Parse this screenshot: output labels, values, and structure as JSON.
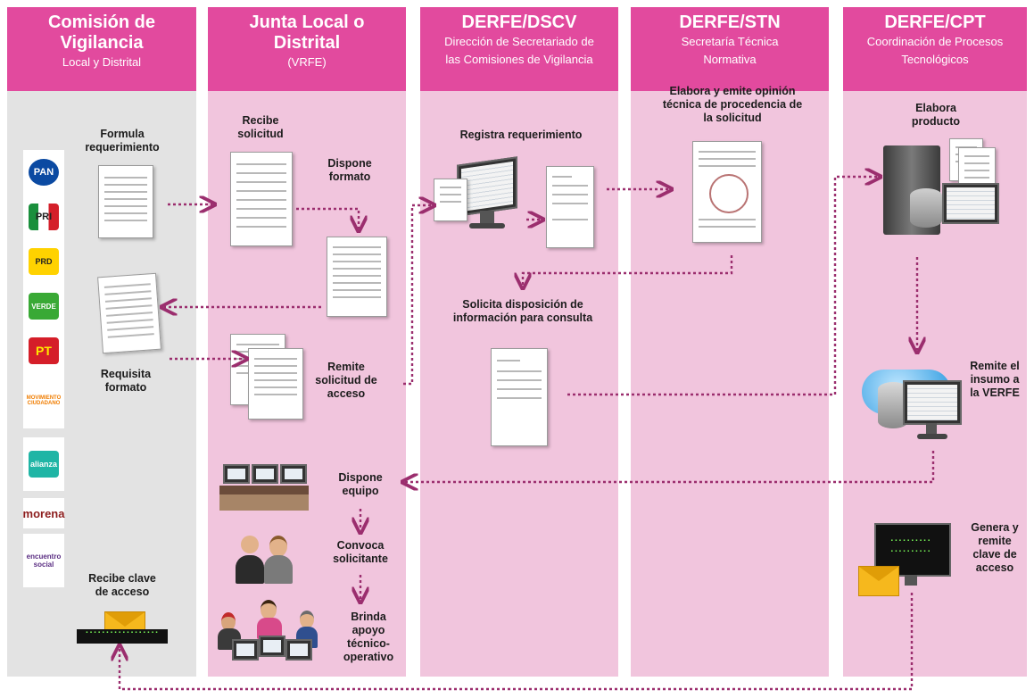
{
  "lanes": [
    {
      "title": "Comisión de Vigilancia",
      "subtitle": "Local y Distrital"
    },
    {
      "title": "Junta Local o Distrital",
      "subtitle": "(VRFE)"
    },
    {
      "title": "DERFE/DSCV",
      "subtitle": "Dirección de Secretariado de las Comisiones de Vigilancia"
    },
    {
      "title": "DERFE/STN",
      "subtitle": "Secretaría Técnica Normativa"
    },
    {
      "title": "DERFE/CPT",
      "subtitle": "Coordinación de Procesos Tecnológicos"
    }
  ],
  "title_lines": {
    "l1a": "Comisión de",
    "l1b": "Vigilancia",
    "l1s": "Local y Distrital",
    "l2a": "Junta Local o",
    "l2b": "Distrital",
    "l2s": "(VRFE)",
    "l3a": "DERFE/DSCV",
    "l3s1": "Dirección de Secretariado de",
    "l3s2": "las Comisiones de Vigilancia",
    "l4a": "DERFE/STN",
    "l4s1": "Secretaría Técnica",
    "l4s2": "Normativa",
    "l5a": "DERFE/CPT",
    "l5s1": "Coordinación de Procesos",
    "l5s2": "Tecnológicos"
  },
  "parties": [
    "PAN",
    "PRI",
    "PRD",
    "VERDE",
    "PT",
    "MOVIMIENTO CIUDADANO",
    "alianza",
    "morena",
    "encuentro social"
  ],
  "steps": {
    "formula": "Formula requerimiento",
    "requisita": "Requisita formato",
    "recibe_clave": "Recibe clave de acceso",
    "recibe_solicitud": "Recibe solicitud",
    "dispone_formato": "Dispone formato",
    "remite_solicitud": "Remite solicitud de acceso",
    "dispone_equipo": "Dispone equipo",
    "convoca": "Convoca solicitante",
    "brinda": "Brinda apoyo técnico-operativo",
    "registra": "Registra requerimiento",
    "solicita": "Solicita disposición de información para consulta",
    "elabora_opinion": "Elabora y emite opinión técnica de procedencia de la solicitud",
    "elabora_producto": "Elabora producto",
    "remite_insumo": "Remite el insumo a la VERFE",
    "genera_clave": "Genera y remite clave de acceso"
  },
  "colors": {
    "header_pink": "#e24a9e",
    "body_pink": "#f1c5dd",
    "body_grey": "#e3e3e3",
    "arrow": "#9b2e6e"
  },
  "icons": [
    "document-icon",
    "form-icon",
    "computer-icon",
    "server-icon",
    "cloud-database-icon",
    "envelope-icon",
    "people-icon",
    "desk-icon"
  ]
}
